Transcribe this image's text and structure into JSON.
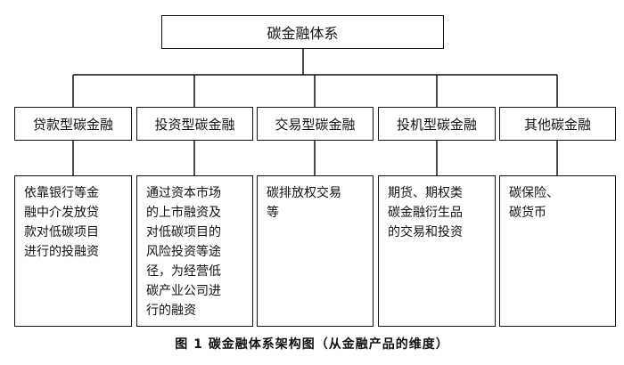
{
  "root": {
    "label": "碳金融体系"
  },
  "categories": [
    {
      "label": "贷款型碳金融",
      "desc": [
        "依靠银行等金",
        "融中介发放贷",
        "款对低碳项目",
        "进行的投融资"
      ]
    },
    {
      "label": "投资型碳金融",
      "desc": [
        "通过资本市场",
        "的上市融资及",
        "对低碳项目的",
        "风险投资等途",
        "径，为经营低",
        "碳产业公司进",
        "行的融资"
      ]
    },
    {
      "label": "交易型碳金融",
      "desc": [
        "碳排放权交易",
        "等"
      ]
    },
    {
      "label": "投机型碳金融",
      "desc": [
        "期货、期权类",
        "碳金融衍生品",
        "的交易和投资"
      ]
    },
    {
      "label": "其他碳金融",
      "desc": [
        "碳保险、",
        "碳货币"
      ]
    }
  ],
  "caption": "图 1  碳金融体系架构图（从金融产品的维度）"
}
